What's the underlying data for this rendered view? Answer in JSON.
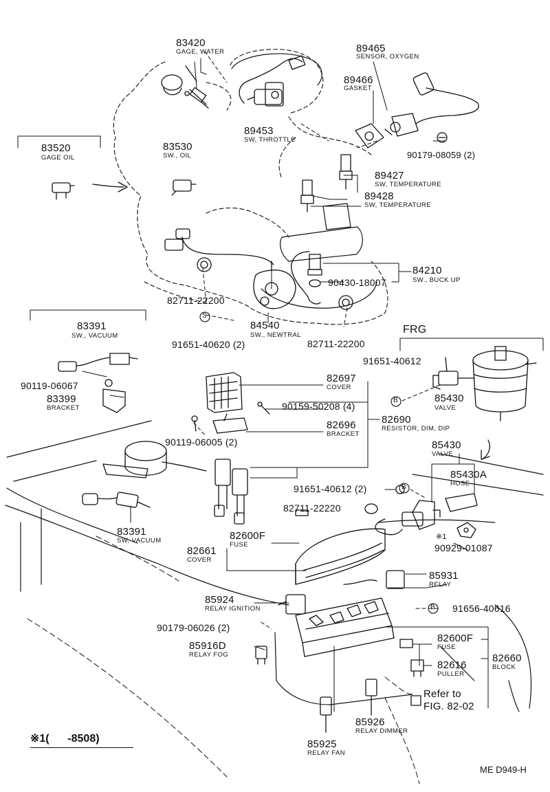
{
  "parts": {
    "p83420": {
      "num": "83420",
      "desc": "GAGE, WATER"
    },
    "p89465": {
      "num": "89465",
      "desc": "SENSOR, OXYGEN"
    },
    "p89466": {
      "num": "89466",
      "desc": "GASKET"
    },
    "p83520": {
      "num": "83520",
      "desc": "GAGE OIL"
    },
    "p83530": {
      "num": "83530",
      "desc": "SW., OIL"
    },
    "p89453": {
      "num": "89453",
      "desc": "SW, THROTTLE"
    },
    "p90179a": {
      "num": "90179-08059 (2)"
    },
    "p89427": {
      "num": "89427",
      "desc": "SW, TEMPERATURE"
    },
    "p89428": {
      "num": "89428",
      "desc": "SW, TEMPERATURE"
    },
    "p84210": {
      "num": "84210",
      "desc": "SW., BUCK UP"
    },
    "p90430": {
      "num": "90430-18007"
    },
    "p82711a": {
      "num": "82711-22200"
    },
    "p84540": {
      "num": "84540",
      "desc": "SW., NEWTRAL"
    },
    "p82711b": {
      "num": "82711-22200"
    },
    "p91651a": {
      "num": "91651-40620 (2)"
    },
    "p83391a": {
      "num": "83391",
      "desc": "SW., VACUUM"
    },
    "p90119a": {
      "num": "90119-06067"
    },
    "p83399": {
      "num": "83399",
      "desc": "BRACKET"
    },
    "frg": {
      "text": "FRG"
    },
    "p91651b": {
      "num": "91651-40612"
    },
    "p85430a": {
      "num": "85430",
      "desc": "VALVE"
    },
    "p82697": {
      "num": "82697",
      "desc": "COVER"
    },
    "p90159": {
      "num": "90159-50208 (4)"
    },
    "p82696": {
      "num": "82696",
      "desc": "BRACKET"
    },
    "p82690": {
      "num": "82690",
      "desc": "RESISTOR, DIM, DIP"
    },
    "p90119b": {
      "num": "90119-06005 (2)"
    },
    "p85430b": {
      "num": "85430",
      "desc": "VALVE"
    },
    "p85430A": {
      "num": "85430A",
      "desc": "HOSE"
    },
    "p91651c": {
      "num": "91651-40612 (2)"
    },
    "p82711c": {
      "num": "82711-22220"
    },
    "p83391b": {
      "num": "83391",
      "desc": "SW, VACUUM"
    },
    "p82600Fa": {
      "num": "82600F",
      "desc": "FUSE"
    },
    "p82661": {
      "num": "82661",
      "desc": "COVER"
    },
    "p90929": {
      "num": "90929-01087",
      "mark": "※1"
    },
    "p85931": {
      "num": "85931",
      "desc": "RELAY"
    },
    "p85924": {
      "num": "85924",
      "desc": "RELAY IGNITION"
    },
    "p91656": {
      "num": "91656-40616"
    },
    "p90179b": {
      "num": "90179-06026 (2)"
    },
    "p85916D": {
      "num": "85916D",
      "desc": "RELAY FOG"
    },
    "p82600Fb": {
      "num": "82600F",
      "desc": "FUSE"
    },
    "p82660": {
      "num": "82660",
      "desc": "BLOCK"
    },
    "p82616": {
      "num": "82616",
      "desc": "PULLER"
    },
    "refer": {
      "line1": "Refer to",
      "line2": "FIG. 82-02"
    },
    "p85926": {
      "num": "85926",
      "desc": "RELAY DIMMER"
    },
    "p85925": {
      "num": "85925",
      "desc": "RELAY FAN"
    },
    "s_mark": "S",
    "b_mark": "B",
    "footnote": "※1(      -8508)",
    "drawing_code": "ME D949-H"
  }
}
